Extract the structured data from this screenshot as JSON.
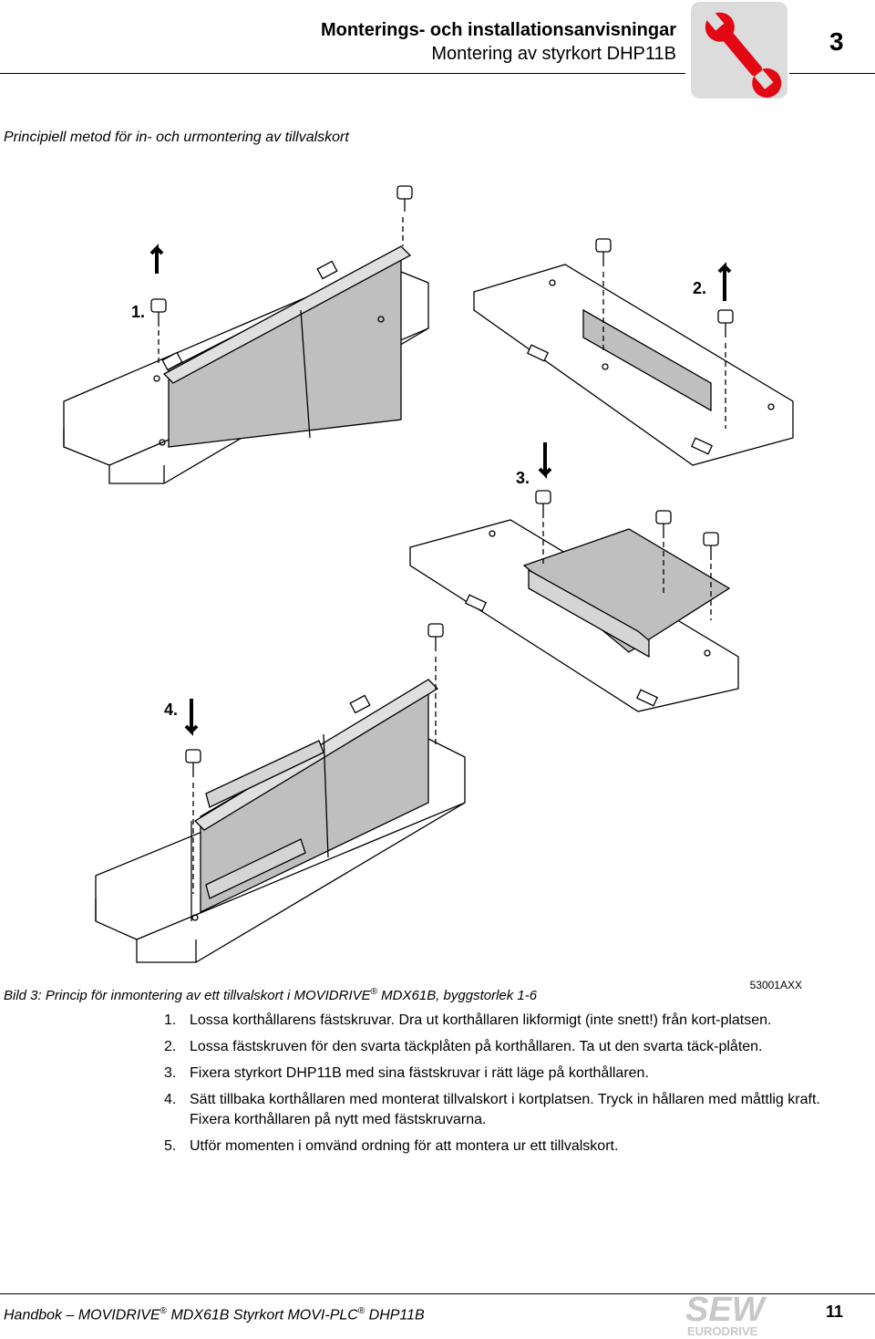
{
  "header": {
    "title": "Monterings- och installationsanvisningar",
    "subtitle": "Montering av styrkort DHP11B",
    "chapter": "3"
  },
  "section_heading": "Principiell metod för in- och urmontering av tillvalskort",
  "figure": {
    "step_labels": [
      "1.",
      "2.",
      "3.",
      "4."
    ],
    "figure_id": "53001AXX",
    "caption_prefix": "Bild 3: Princip för inmontering av ett tillvalskort i MOVIDRIVE",
    "caption_mark": "®",
    "caption_suffix": " MDX61B, byggstorlek 1-6"
  },
  "steps": [
    {
      "num": "1.",
      "text": "Lossa korthållarens fästskruvar. Dra ut korthållaren likformigt (inte snett!) från kort-platsen."
    },
    {
      "num": "2.",
      "text": "Lossa fästskruven för den svarta täckplåten på korthållaren. Ta ut den svarta täck-plåten."
    },
    {
      "num": "3.",
      "text": "Fixera styrkort DHP11B med sina fästskruvar i rätt läge på korthållaren."
    },
    {
      "num": "4.",
      "text": "Sätt tillbaka korthållaren med monterat tillvalskort i kortplatsen. Tryck in hållaren med måttlig kraft. Fixera korthållaren på nytt med fästskruvarna."
    },
    {
      "num": "5.",
      "text": "Utför momenten i omvänd ordning för att montera ur ett tillvalskort."
    }
  ],
  "footer": {
    "part1": "Handbok – MOVIDRIVE",
    "mark1": "®",
    "part2": " MDX61B Styrkort MOVI-PLC",
    "mark2": "®",
    "part3": " DHP11B",
    "page_number": "11"
  },
  "colors": {
    "accent": "#e30613",
    "tab_grey": "#dcdcdc",
    "card_grey": "#bfbfbf",
    "logo_grey": "#c8c8c8"
  },
  "icons": {
    "chapter_icon": "wrench-icon",
    "logo": "sew-eurodrive-logo"
  }
}
